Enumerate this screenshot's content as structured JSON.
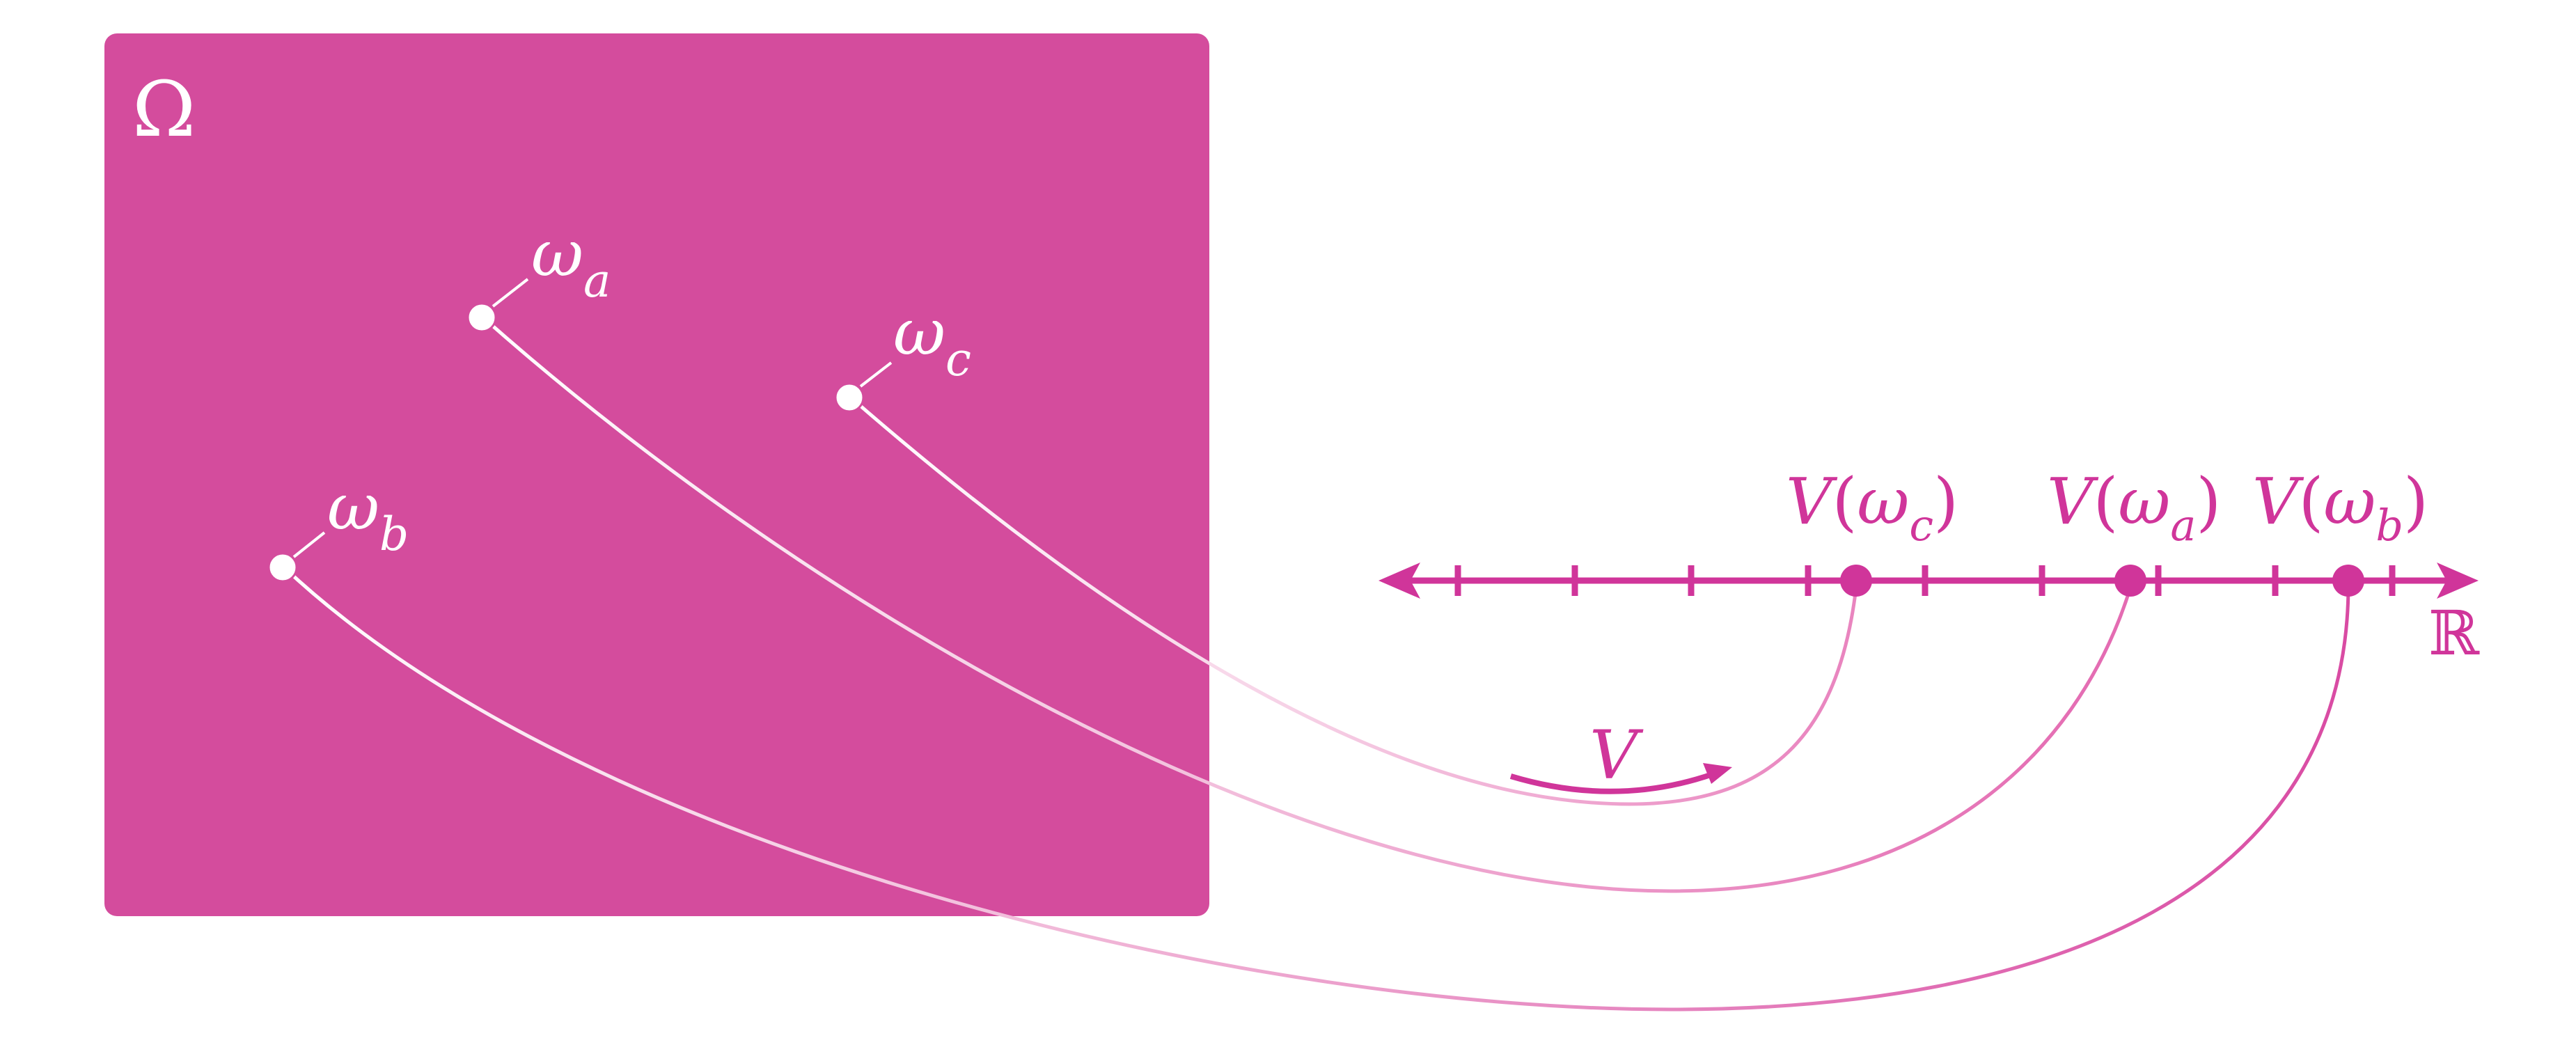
{
  "colors": {
    "magenta": "#d44c9d",
    "deep_magenta": "#d0359a",
    "light_curve": "#ee9fcb",
    "white": "#ffffff"
  },
  "sample_space": {
    "label": "Ω"
  },
  "outcomes": [
    {
      "id": "a",
      "symbol": "ω",
      "subscript": "a"
    },
    {
      "id": "b",
      "symbol": "ω",
      "subscript": "b"
    },
    {
      "id": "c",
      "symbol": "ω",
      "subscript": "c"
    }
  ],
  "real_line": {
    "label": "ℝ"
  },
  "images": [
    {
      "id": "c",
      "func": "V",
      "symbol": "ω",
      "subscript": "c"
    },
    {
      "id": "a",
      "func": "V",
      "symbol": "ω",
      "subscript": "a"
    },
    {
      "id": "b",
      "func": "V",
      "symbol": "ω",
      "subscript": "b"
    }
  ],
  "mapping": {
    "label": "V"
  }
}
